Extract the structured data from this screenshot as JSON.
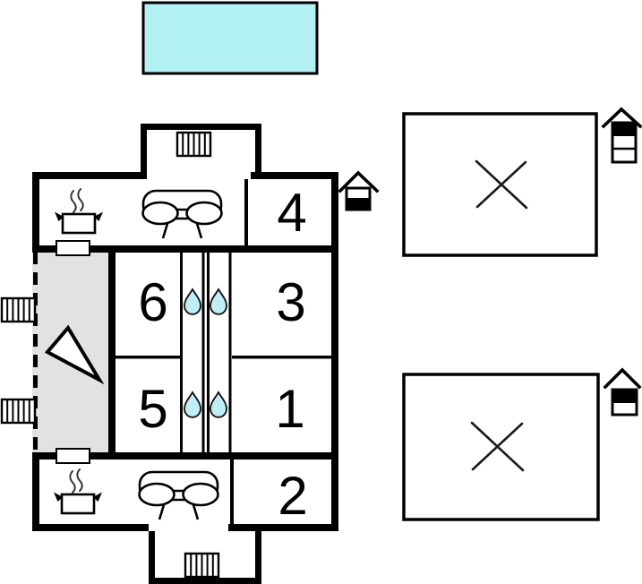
{
  "floor_plan": {
    "rooms": {
      "r1": "1",
      "r2": "2",
      "r3": "3",
      "r4": "4",
      "r5": "5",
      "r6": "6"
    },
    "colors": {
      "wall": "#000000",
      "pool": "#b2f1f4",
      "water_drop": "#bfeef7",
      "terrace": "#e2e2e2",
      "background": "#ffffff"
    },
    "icons": {
      "pool": "swimming-pool",
      "sofa": "sofa",
      "cooking_pot": "cooking-pot",
      "water_drop": "water-drop",
      "stairs": "stairs",
      "terrace_wedge": "terrace-wedge",
      "house_ground_floor": "house-level-indicator-ground-floor",
      "house_top_floor": "house-level-indicator-top-floor",
      "house_first_floor": "house-level-indicator-first-floor",
      "cross": "unspecified-area-cross"
    }
  }
}
